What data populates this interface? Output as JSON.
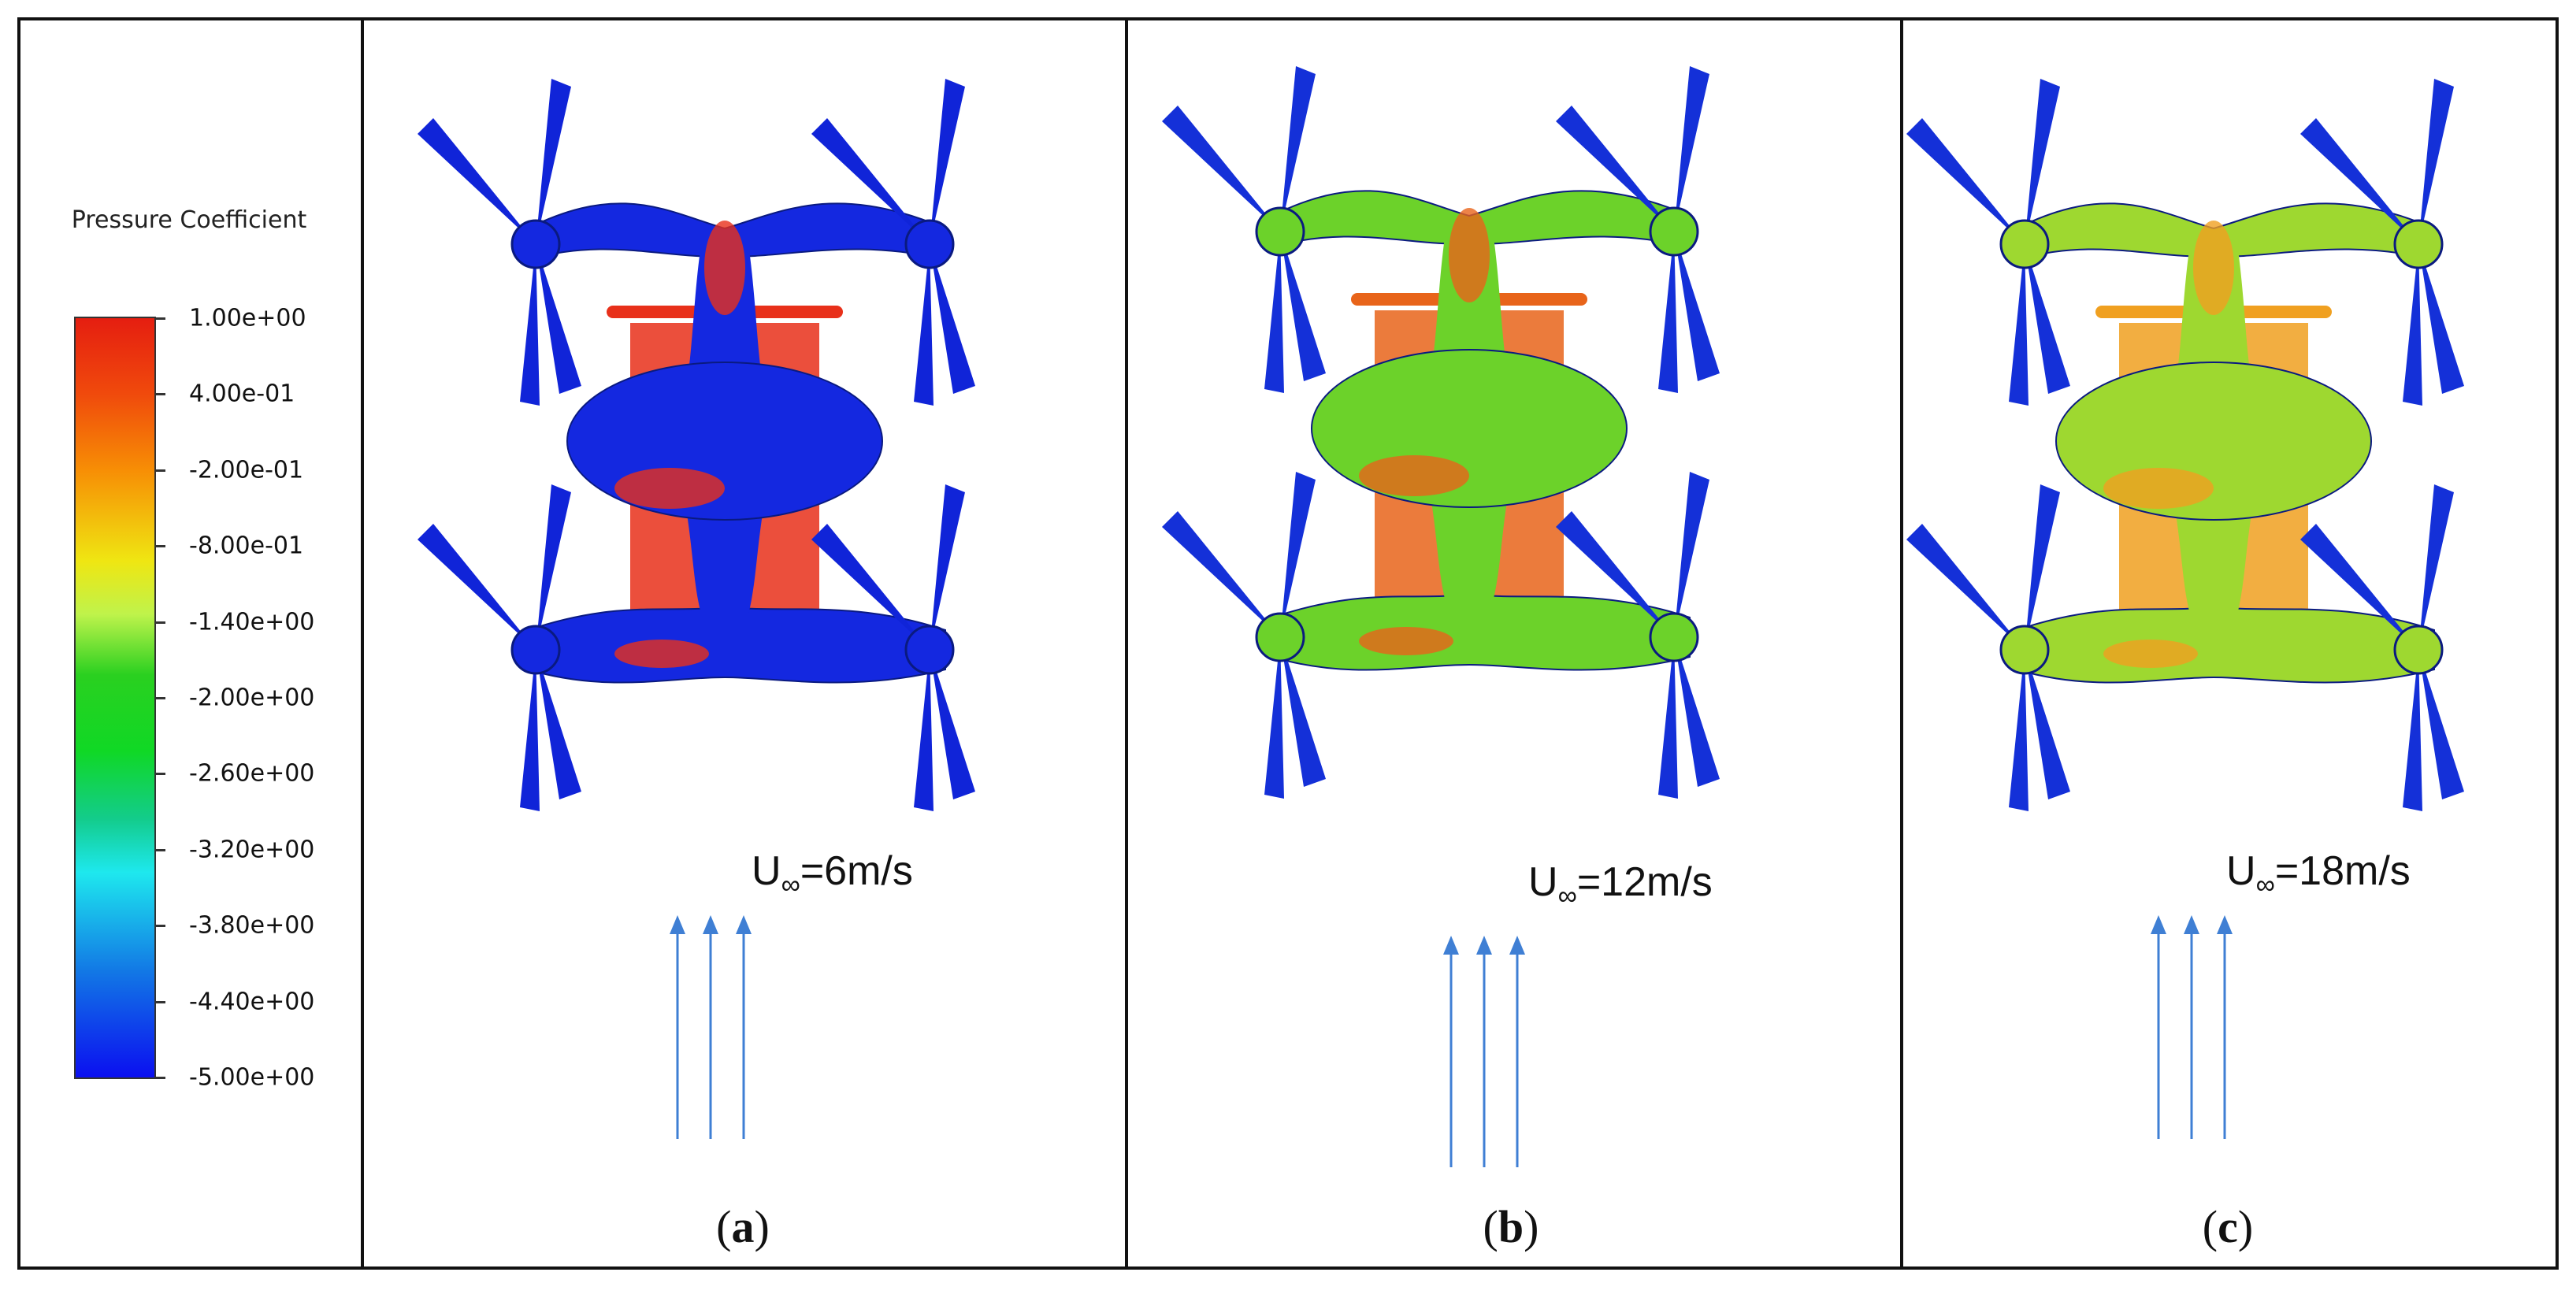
{
  "legend": {
    "title": "Pressure Coefficient",
    "ticks": [
      "1.00e+00",
      "4.00e-01",
      "-2.00e-01",
      "-8.00e-01",
      "-1.40e+00",
      "-2.00e+00",
      "-2.60e+00",
      "-3.20e+00",
      "-3.80e+00",
      "-4.40e+00",
      "-5.00e+00"
    ],
    "colors": [
      "#e51e10",
      "#f78e05",
      "#efe612",
      "#2ad020",
      "#1ee8ee",
      "#0b0ff0"
    ]
  },
  "panels": [
    {
      "id": "a",
      "label_open": "(",
      "label_letter": "a",
      "label_close": ")",
      "speed_prefix": "U",
      "speed_subscript": "∞",
      "speed_value": "=6m/s",
      "body_color": "#1428e0",
      "accent_color": "#e8301a",
      "blade_color": "#1024d8"
    },
    {
      "id": "b",
      "label_open": "(",
      "label_letter": "b",
      "label_close": ")",
      "speed_prefix": "U",
      "speed_subscript": "∞",
      "speed_value": "=12m/s",
      "body_color": "#6cd22a",
      "accent_color": "#e8641a",
      "blade_color": "#1430d8"
    },
    {
      "id": "c",
      "label_open": "(",
      "label_letter": "c",
      "label_close": ")",
      "speed_prefix": "U",
      "speed_subscript": "∞",
      "speed_value": "=18m/s",
      "body_color": "#9ed830",
      "accent_color": "#f0a020",
      "blade_color": "#1430d8"
    }
  ],
  "arrow_color": "#3f7fd4"
}
